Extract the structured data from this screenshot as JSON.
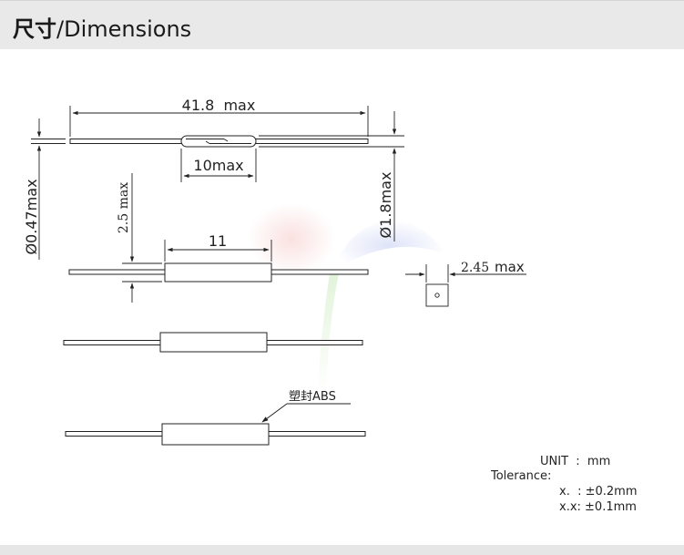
{
  "header": {
    "title_cn": "尺寸",
    "title_sep": "/",
    "title_en": "Dimensions"
  },
  "dims": {
    "overall_length": "41.8  max",
    "glass_length": "10max",
    "lead_dia": "Ø0.47max",
    "glass_dia": "Ø1.8max",
    "body_height": "2.5 max",
    "body_length": "11",
    "square": "2.45",
    "square_max": "max",
    "material": "塑封ABS"
  },
  "notes": {
    "unit": "UNIT  :  mm",
    "tolerance": "Tolerance:",
    "tol_x": "x.  : ±0.2mm",
    "tol_xx": "x.x: ±0.1mm"
  },
  "colors": {
    "header_bg": "#e9e9e9",
    "line": "#222222"
  }
}
